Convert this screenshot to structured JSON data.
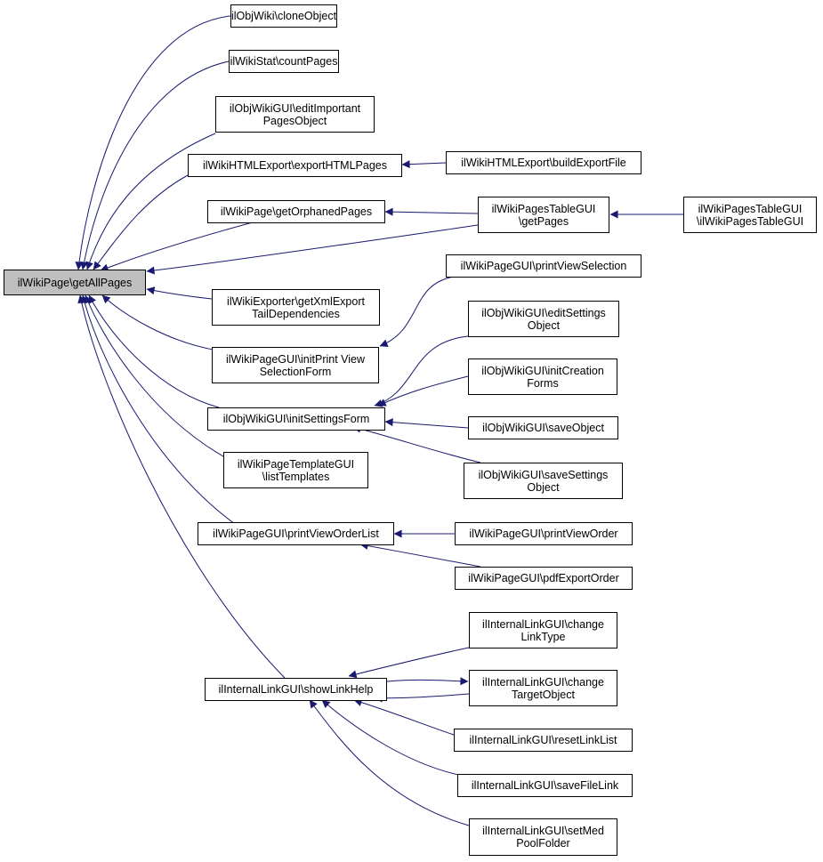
{
  "graph": {
    "edge_color": "#191970",
    "root_fill": "#bfbfbf",
    "nodes": {
      "root": "ilWikiPage\\getAllPages",
      "clone": "ilObjWiki\\cloneObject",
      "stat": "ilWikiStat\\countPages",
      "editImp": "ilObjWikiGUI\\editImportant\nPagesObject",
      "htmlExp": "ilWikiHTMLExport\\exportHTMLPages",
      "buildExp": "ilWikiHTMLExport\\buildExportFile",
      "orph": "ilWikiPage\\getOrphanedPages",
      "ptGet": "ilWikiPagesTableGUI\n\\getPages",
      "ptCtor": "ilWikiPagesTableGUI\n\\ilWikiPagesTableGUI",
      "xmlExp": "ilWikiExporter\\getXmlExport\nTailDependencies",
      "pvSel": "ilWikiPageGUI\\printViewSelection",
      "initPV": "ilWikiPageGUI\\initPrint View\nSelectionForm",
      "editSet": "ilObjWikiGUI\\editSettings\nObject",
      "initCreate": "ilObjWikiGUI\\initCreation\nForms",
      "initSet": "ilObjWikiGUI\\initSettingsForm",
      "saveObj": "ilObjWikiGUI\\saveObject",
      "saveSet": "ilObjWikiGUI\\saveSettings\nObject",
      "listTpl": "ilWikiPageTemplateGUI\n\\listTemplates",
      "pvOrderList": "ilWikiPageGUI\\printViewOrderList",
      "pvOrder": "ilWikiPageGUI\\printViewOrder",
      "pdfExp": "ilWikiPageGUI\\pdfExportOrder",
      "chLinkType": "ilInternalLinkGUI\\change\nLinkType",
      "showLink": "ilInternalLinkGUI\\showLinkHelp",
      "chTarget": "ilInternalLinkGUI\\change\nTargetObject",
      "resetLink": "ilInternalLinkGUI\\resetLinkList",
      "saveFile": "ilInternalLinkGUI\\saveFileLink",
      "setMed": "ilInternalLinkGUI\\setMed\nPoolFolder"
    },
    "edges": [
      [
        "clone",
        "root"
      ],
      [
        "stat",
        "root"
      ],
      [
        "editImp",
        "root"
      ],
      [
        "htmlExp",
        "root"
      ],
      [
        "orph",
        "root"
      ],
      [
        "ptGet",
        "root"
      ],
      [
        "xmlExp",
        "root"
      ],
      [
        "initPV",
        "root"
      ],
      [
        "initSet",
        "root"
      ],
      [
        "listTpl",
        "root"
      ],
      [
        "pvOrderList",
        "root"
      ],
      [
        "showLink",
        "root"
      ],
      [
        "buildExp",
        "htmlExp"
      ],
      [
        "ptGet",
        "orph"
      ],
      [
        "ptCtor",
        "ptGet"
      ],
      [
        "pvSel",
        "initPV"
      ],
      [
        "editSet",
        "initSet"
      ],
      [
        "initCreate",
        "initSet"
      ],
      [
        "saveObj",
        "initSet"
      ],
      [
        "saveSet",
        "initSet"
      ],
      [
        "pvOrder",
        "pvOrderList"
      ],
      [
        "pdfExp",
        "pvOrderList"
      ],
      [
        "chLinkType",
        "showLink"
      ],
      [
        "chTarget",
        "showLink"
      ],
      [
        "showLink",
        "chTarget"
      ],
      [
        "resetLink",
        "showLink"
      ],
      [
        "saveFile",
        "showLink"
      ],
      [
        "setMed",
        "showLink"
      ]
    ]
  }
}
